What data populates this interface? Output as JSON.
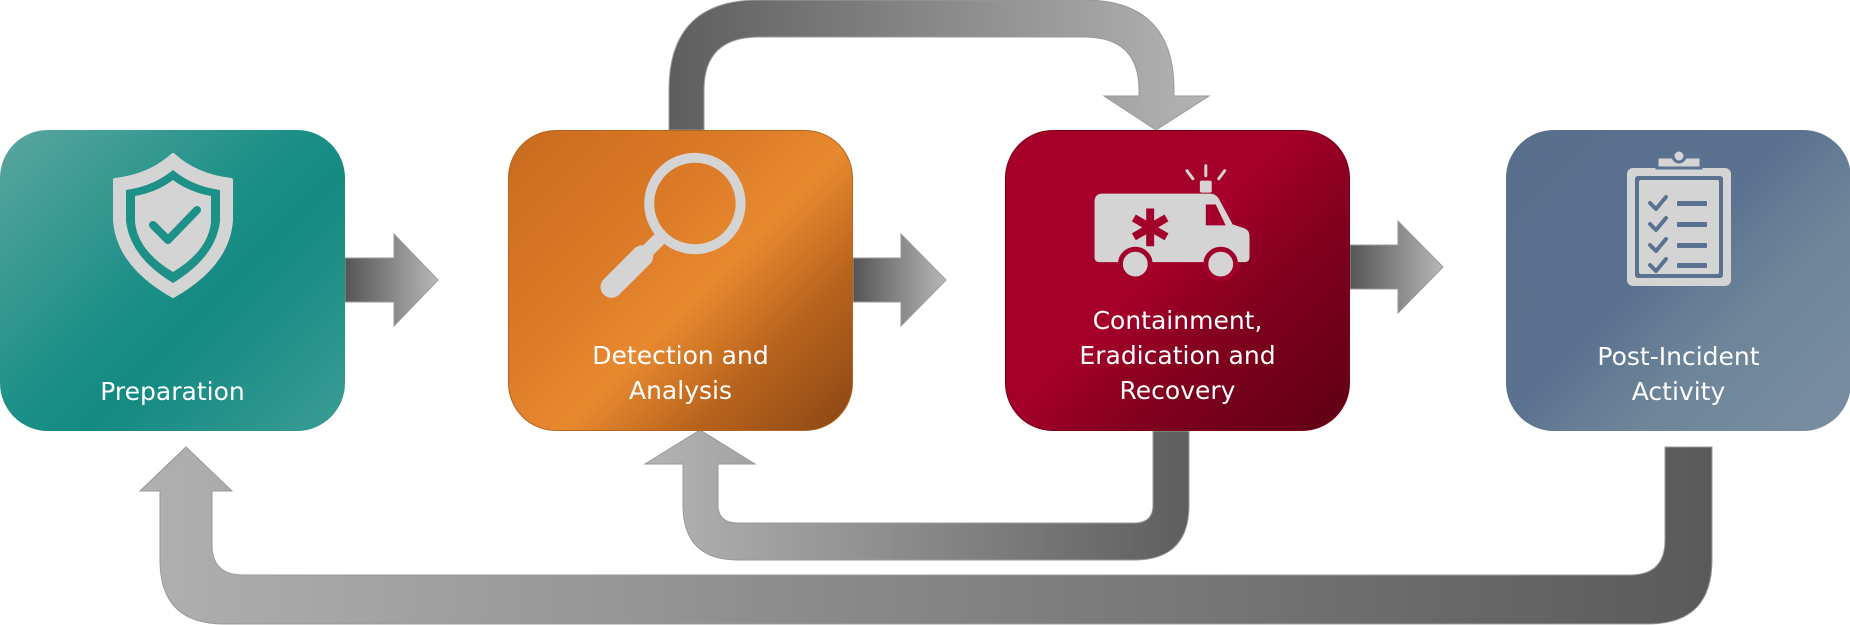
{
  "stages": [
    {
      "id": "preparation",
      "label_lines": [
        "Preparation"
      ],
      "icon": "shield-check-icon",
      "color": "#1d9087"
    },
    {
      "id": "detection",
      "label_lines": [
        "Detection and",
        "Analysis"
      ],
      "icon": "magnifier-icon",
      "color": "#e07f2c"
    },
    {
      "id": "containment",
      "label_lines": [
        "Containment,",
        "Eradication and",
        "Recovery"
      ],
      "icon": "ambulance-icon",
      "color": "#a3002a"
    },
    {
      "id": "post-incident",
      "label_lines": [
        "Post-Incident",
        "Activity"
      ],
      "icon": "clipboard-checklist-icon",
      "color": "#5a7290"
    }
  ],
  "arrow_color": "#8a8a8a"
}
